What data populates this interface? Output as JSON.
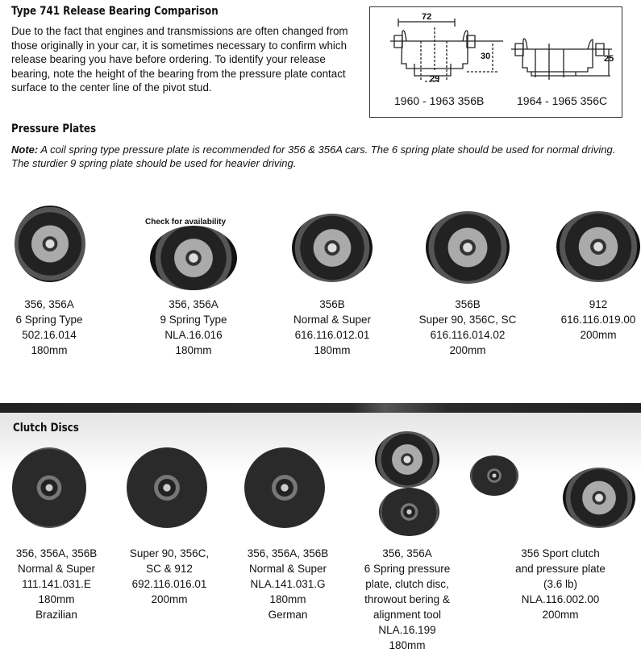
{
  "bearing": {
    "title": "Type 741 Release Bearing Comparison",
    "text": "Due to the fact that engines and transmissions are often changed from those originally in your car, it is sometimes necessary to confirm which release bearing you have before ordering. To identify your release bearing, note the height of the bearing from the pressure plate contact surface to the center line of the pivot stud.",
    "diagram": {
      "left_caption": "1960 - 1963 356B",
      "right_caption": "1964 - 1965 356C",
      "dim_width": "72",
      "dim_height_left": "30",
      "dim_inner": "29",
      "dim_height_right": "25"
    }
  },
  "pressure_plates": {
    "title": "Pressure Plates",
    "note_label": "Note:",
    "note": " A coil spring type pressure plate is recommended for 356 & 356A cars. The 6 spring plate should be used for normal driving. The sturdier 9 spring plate should be used for heavier driving.",
    "availability": "Check for availability",
    "items": [
      {
        "lines": [
          "356, 356A",
          "6 Spring Type",
          "502.16.014",
          "180mm"
        ]
      },
      {
        "lines": [
          "356, 356A",
          "9 Spring Type",
          "NLA.16.016",
          "180mm"
        ]
      },
      {
        "lines": [
          "356B",
          "Normal & Super",
          "616.116.012.01",
          "180mm"
        ]
      },
      {
        "lines": [
          "356B",
          "Super 90, 356C, SC",
          "616.116.014.02",
          "200mm"
        ]
      },
      {
        "lines": [
          "912",
          "616.116.019.00",
          "200mm"
        ]
      }
    ]
  },
  "clutch_discs": {
    "title": "Clutch Discs",
    "items": [
      {
        "lines": [
          "356, 356A, 356B",
          "Normal & Super",
          "111.141.031.E",
          "180mm",
          "Brazilian"
        ]
      },
      {
        "lines": [
          "Super 90, 356C,",
          "SC & 912",
          "692.116.016.01",
          "200mm"
        ]
      },
      {
        "lines": [
          "356, 356A, 356B",
          "Normal & Super",
          "NLA.141.031.G",
          "180mm",
          "German"
        ]
      },
      {
        "lines": [
          "356, 356A",
          "6 Spring pressure",
          "plate, clutch disc,",
          "throwout bering &",
          "alignment tool",
          "NLA.16.199",
          "180mm"
        ]
      },
      {
        "lines": [
          "356 Sport clutch",
          "and pressure plate",
          "(3.6 lb)",
          "NLA.116.002.00",
          "200mm"
        ]
      }
    ]
  }
}
